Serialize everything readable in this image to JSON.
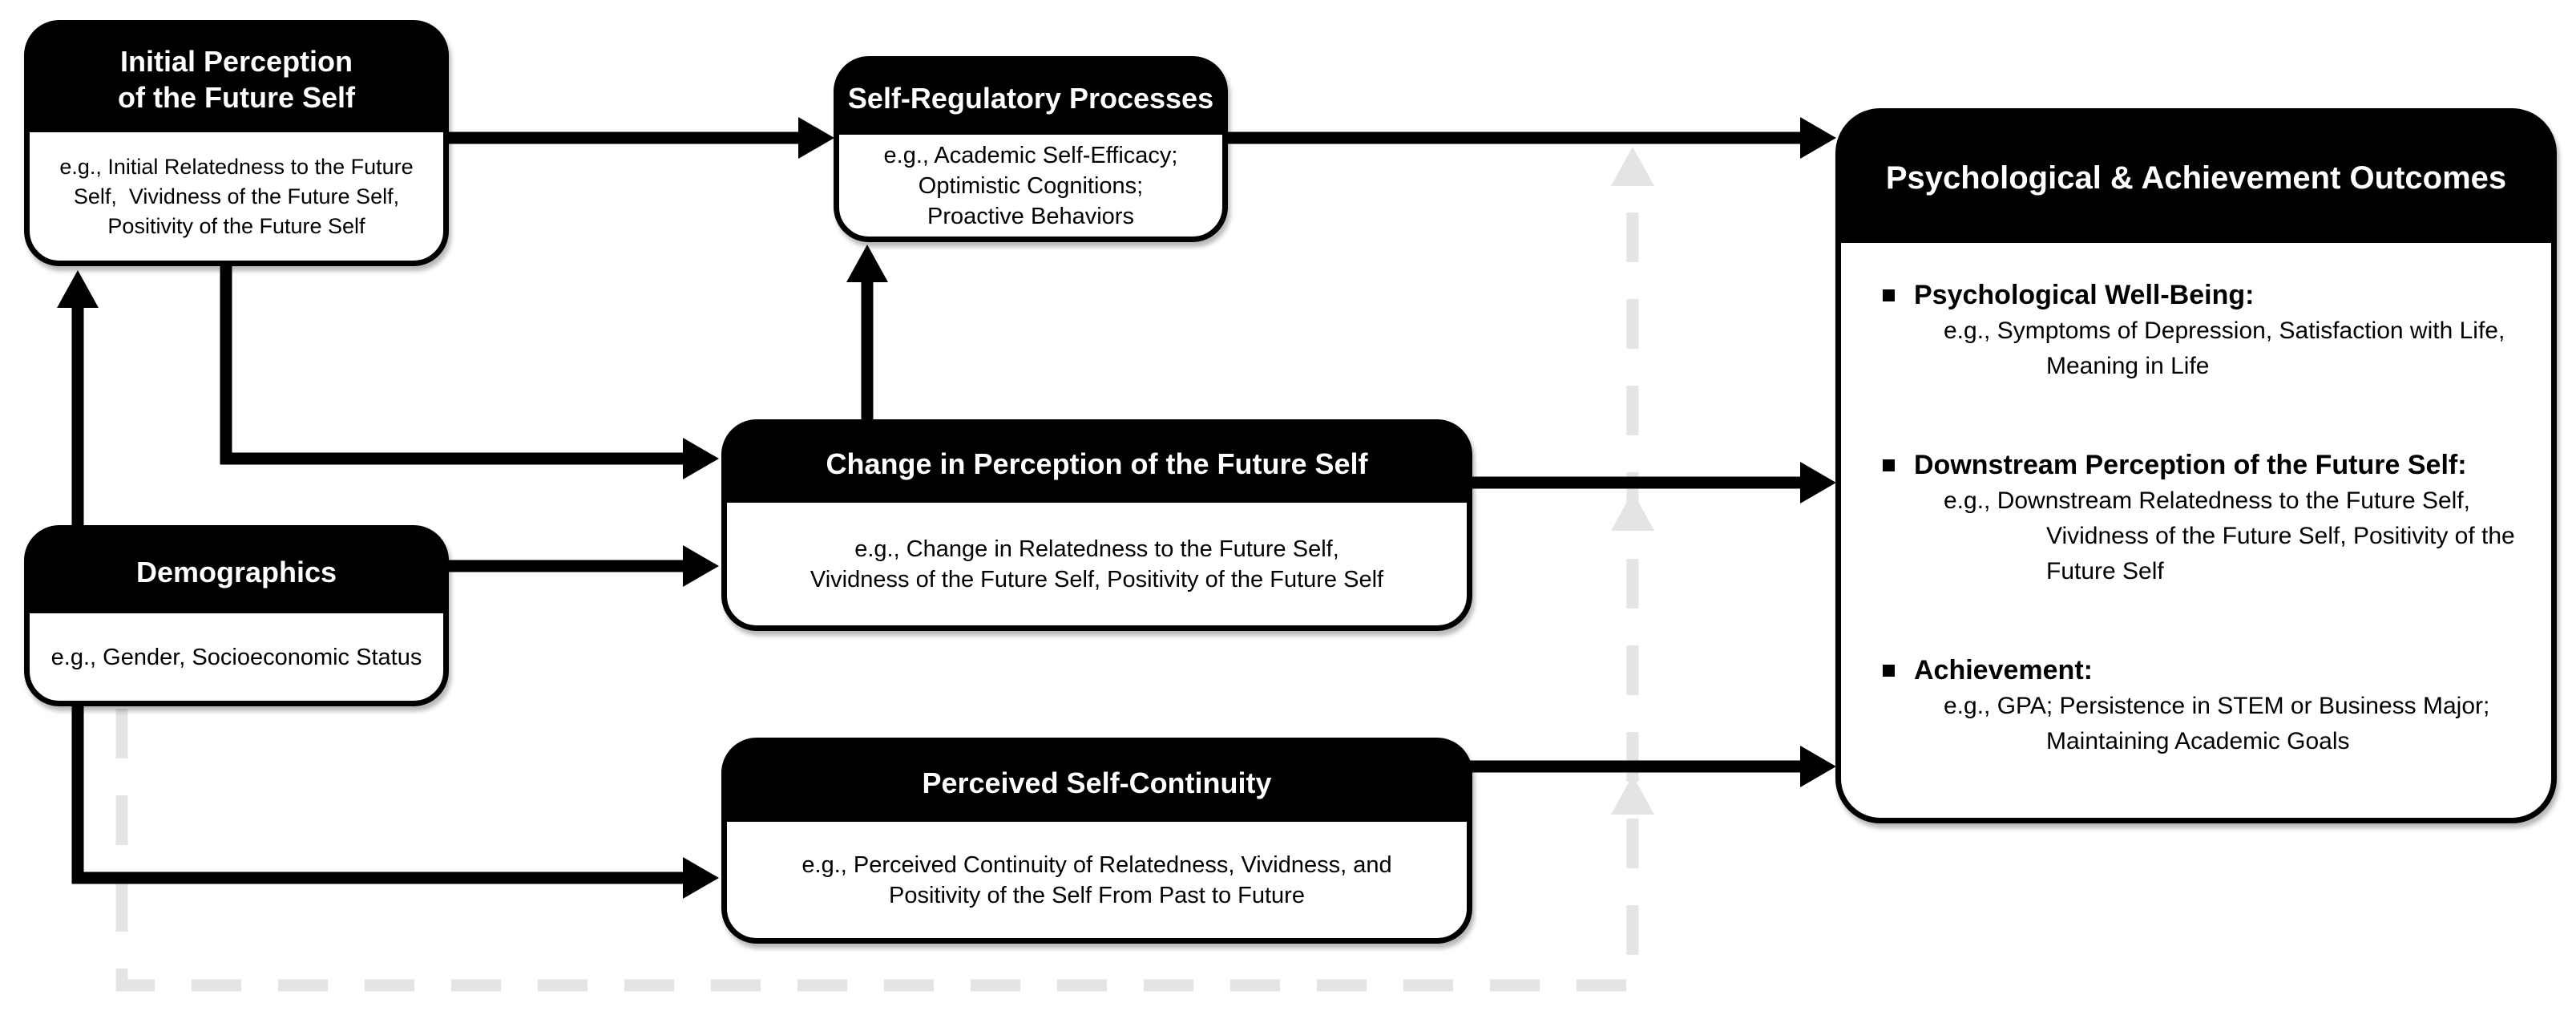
{
  "diagram": {
    "boxes": {
      "initial_perception": {
        "title": "Initial Perception\nof the Future Self",
        "body": "e.g., Initial Relatedness to the Future\nSelf,  Vividness of the Future Self,\nPositivity of the Future Self"
      },
      "self_regulatory": {
        "title": "Self-Regulatory Processes",
        "body": "e.g., Academic Self-Efficacy;\nOptimistic Cognitions;\nProactive Behaviors"
      },
      "change_perception": {
        "title": "Change in Perception of the Future Self",
        "body": "e.g., Change in Relatedness to the Future Self,\nVividness of the Future Self, Positivity of the Future Self"
      },
      "demographics": {
        "title": "Demographics",
        "body": "e.g., Gender, Socioeconomic Status"
      },
      "self_continuity": {
        "title": "Perceived Self-Continuity",
        "body": "e.g., Perceived Continuity of Relatedness, Vividness, and\nPositivity of the Self From Past to Future"
      },
      "outcomes": {
        "title": "Psychological & Achievement Outcomes",
        "bullets": [
          {
            "label": "Psychological Well-Being:",
            "examples": "e.g., Symptoms of Depression, Satisfaction with Life,\nMeaning in Life"
          },
          {
            "label": "Downstream Perception of the Future Self:",
            "examples": "e.g., Downstream Relatedness to the Future Self,\nVividness of the Future Self, Positivity of the\nFuture Self"
          },
          {
            "label": "Achievement:",
            "examples": "e.g., GPA; Persistence in STEM or Business Major;\nMaintaining Academic Goals"
          }
        ]
      }
    },
    "connections": [
      {
        "from": "initial-perception",
        "to": "self-regulatory-processes",
        "style": "solid-black"
      },
      {
        "from": "self-regulatory-processes",
        "to": "outcomes",
        "style": "solid-black"
      },
      {
        "from": "initial-perception",
        "to": "change-in-perception",
        "style": "solid-black"
      },
      {
        "from": "demographics",
        "to": "initial-perception",
        "style": "solid-black"
      },
      {
        "from": "demographics",
        "to": "change-in-perception",
        "style": "solid-black"
      },
      {
        "from": "demographics",
        "to": "perceived-self-continuity",
        "style": "solid-black"
      },
      {
        "from": "change-in-perception",
        "to": "self-regulatory-processes",
        "style": "solid-black"
      },
      {
        "from": "change-in-perception",
        "to": "outcomes",
        "style": "solid-black"
      },
      {
        "from": "perceived-self-continuity",
        "to": "outcomes",
        "style": "solid-black"
      },
      {
        "from": "demographics",
        "to": "paths-into-outcomes",
        "style": "dashed-gray",
        "note": "dashed gray feedback line pointing up at the three horizontal arrows entering the outcomes box"
      }
    ],
    "colors": {
      "box_fill": "#000000",
      "box_header_text": "#ffffff",
      "body_text": "#000000",
      "arrow": "#000000",
      "feedback_line": "#e4e4e4"
    }
  }
}
